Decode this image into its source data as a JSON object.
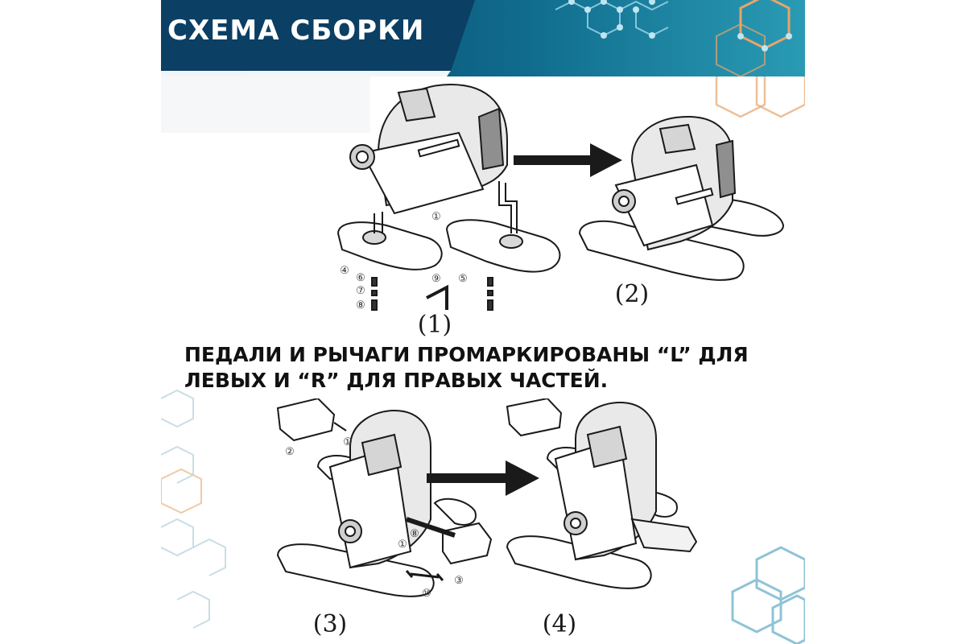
{
  "banner": {
    "title": "СХЕМА СБОРКИ"
  },
  "note": {
    "line1": "ПЕДАЛИ И РЫЧАГИ ПРОМАРКИРОВАНЫ “L” ДЛЯ",
    "line2": "ЛЕВЫХ И “R” ДЛЯ ПРАВЫХ ЧАСТЕЙ."
  },
  "steps": [
    {
      "label": "(1)"
    },
    {
      "label": "(2)"
    },
    {
      "label": "(3)"
    },
    {
      "label": "(4)"
    }
  ],
  "parts": {
    "p1": "①",
    "p2": "②",
    "p3": "③",
    "p4": "④",
    "p5": "⑤",
    "p6": "⑥",
    "p7": "⑦",
    "p8": "⑧",
    "p9": "⑨",
    "p10": "⑩"
  },
  "colors": {
    "banner_dark": "#0b3f63",
    "banner_mid": "#0f6a8c",
    "teal": "#2a9bb4",
    "hex_orange": "#e8a46a",
    "hex_blue": "#8fc3d6",
    "line": "#1a1a1a"
  }
}
